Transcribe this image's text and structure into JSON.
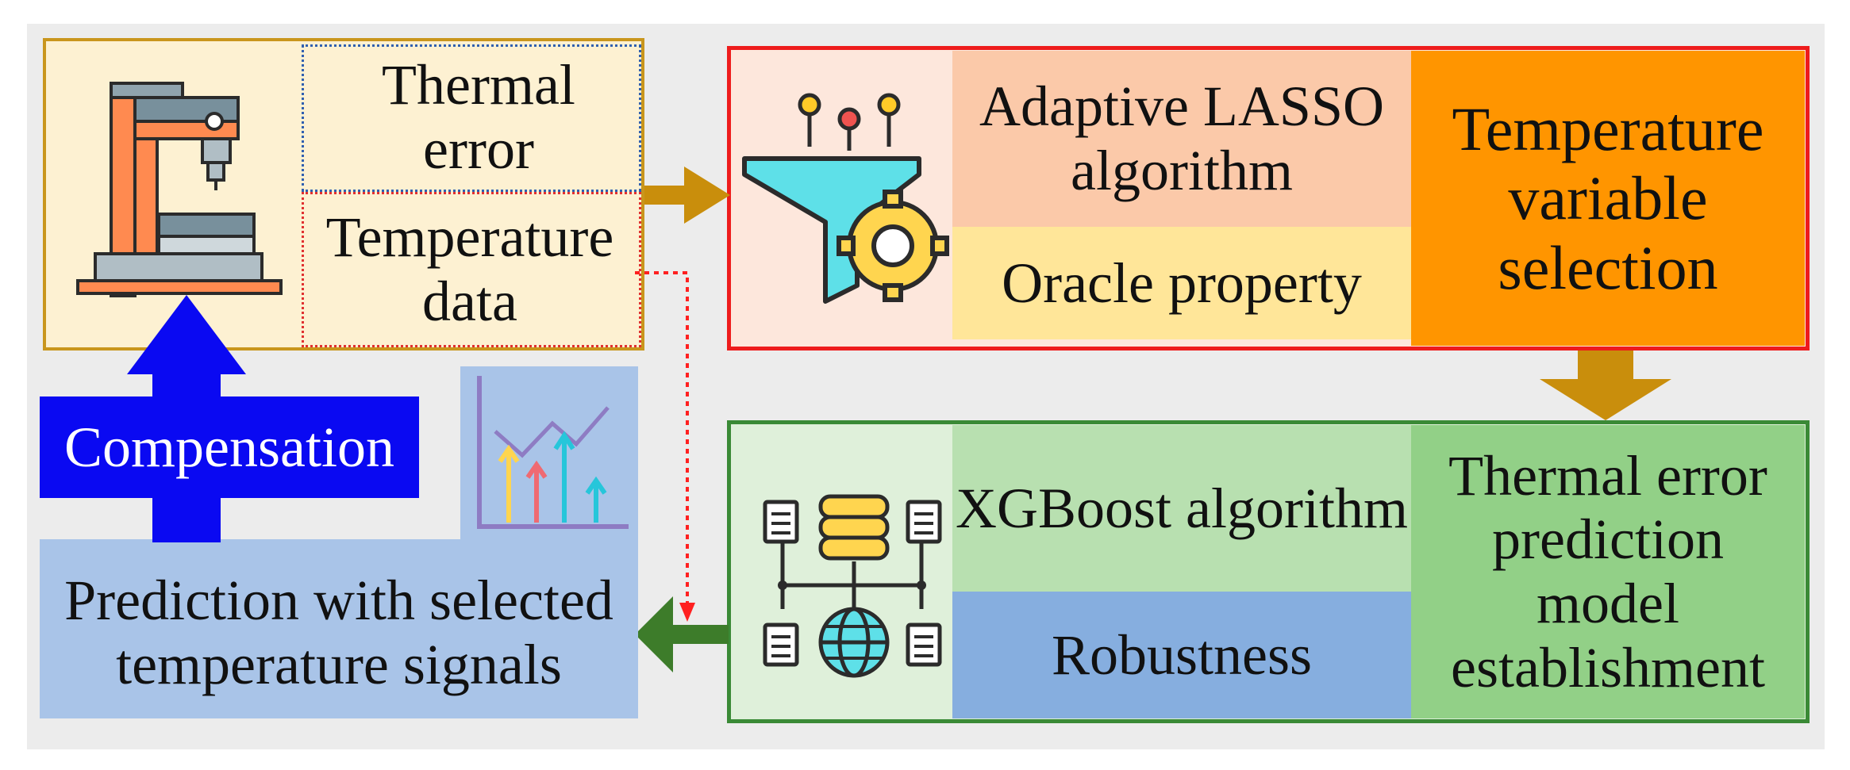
{
  "machine_panel": {
    "thermal_error": "Thermal error",
    "temperature_data": "Temperature data"
  },
  "selection_panel": {
    "algorithm": "Adaptive LASSO algorithm",
    "property": "Oracle property",
    "result": "Temperature variable selection"
  },
  "model_panel": {
    "algorithm": "XGBoost algorithm",
    "property": "Robustness",
    "result": "Thermal error prediction model establishment"
  },
  "prediction_panel": {
    "label": "Prediction with selected temperature signals"
  },
  "compensation": {
    "label": "Compensation"
  },
  "colors": {
    "background": "#ececec",
    "machine_box": "#fdf1d2",
    "machine_border": "#c9961c",
    "selection_border": "#ee1c1c",
    "algorithm_fill": "#fbc9a9",
    "oracle_fill": "#ffe699",
    "selection_result": "#ff9500",
    "model_border": "#3a8a36",
    "xgboost_fill": "#b8e0b0",
    "robustness_fill": "#86aedf",
    "model_result": "#92d087",
    "prediction_fill": "#a9c4e8",
    "compensation_fill": "#0a09f2",
    "gold_arrow": "#c98e0c",
    "green_arrow": "#3d7c2a",
    "dotted_red": "#ff2020"
  },
  "icons": [
    "machine-tool-icon",
    "funnel-gear-icon",
    "database-network-icon",
    "rising-chart-icon"
  ]
}
